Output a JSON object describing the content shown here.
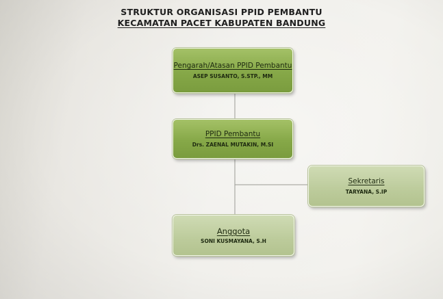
{
  "header": {
    "title_line1": "STRUKTUR ORGANISASI PPID PEMBANTU",
    "title_line2": "KECAMATAN PACET KABUPATEN BANDUNG"
  },
  "nodes": [
    {
      "id": "pengarah",
      "role": "Pengarah/Atasan PPID Pembantu",
      "person": "ASEP SUSANTO, S.STP., MM"
    },
    {
      "id": "ppid",
      "role": "PPID Pembantu",
      "person": "Drs. ZAENAL MUTAKIN, M.SI"
    },
    {
      "id": "sekretaris",
      "role": "Sekretaris",
      "person": "TARYANA, S.IP"
    },
    {
      "id": "anggota",
      "role": "Anggota",
      "person": "SONI KUSMAYANA, S.H"
    }
  ],
  "colors": {
    "primary_box": "#86a848",
    "secondary_box": "#bccb9b",
    "connector": "#9a9a94"
  }
}
